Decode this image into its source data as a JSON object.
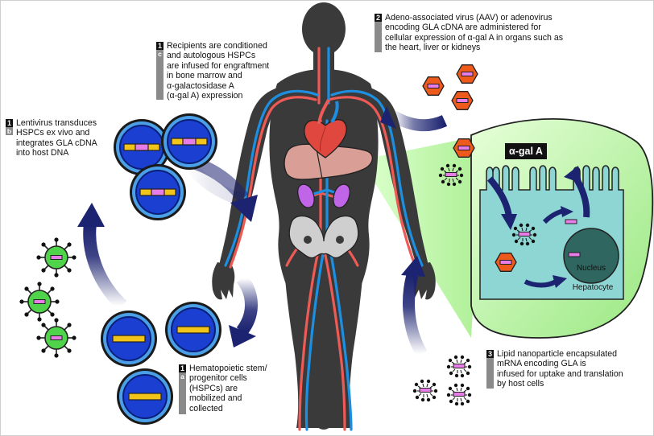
{
  "steps": {
    "s1a": {
      "number": "1",
      "letter": "a",
      "text": "Hematopoietic stem/\nprogenitor cells\n(HSPCs) are\nmobilized and\ncollected"
    },
    "s1b": {
      "number": "1",
      "letter": "b",
      "text": "Lentivirus transduces\nHSPCs ex vivo and\nintegrates GLA cDNA\ninto host DNA"
    },
    "s1c": {
      "number": "1",
      "letter": "c",
      "text": "Recipients are conditioned\nand autologous HSPCs\nare infused for engraftment\nin bone marrow and\nα-galactosidase A\n(α-gal A) expression"
    },
    "s2": {
      "number": "2",
      "text": "Adeno-associated virus (AAV) or adenovirus\nencoding GLA cDNA are administered for\ncellular expression of α-gal A in organs such as\nthe heart, liver or kidneys"
    },
    "s3": {
      "number": "3",
      "text": "Lipid nanoparticle encapsulated\nmRNA encoding GLA is\ninfused for uptake and translation\nby host cells"
    }
  },
  "hepatocyte_panel": {
    "enzyme_label": "α-gal A",
    "nucleus_label": "Nucleus",
    "cell_label": "Hepatocyte"
  },
  "colors": {
    "cell_blue": "#1a4fd6",
    "gene_yellow": "#f2c41a",
    "gene_pink": "#e87de8",
    "virus_green": "#4fd34a",
    "aav_orange": "#ee5a1c",
    "arrow_navy": "#1c2370",
    "panel_green": "#b8f0a2",
    "body_gray": "#3a3a3a",
    "artery_red": "#ee5a55",
    "vein_blue": "#1e8fe0"
  }
}
